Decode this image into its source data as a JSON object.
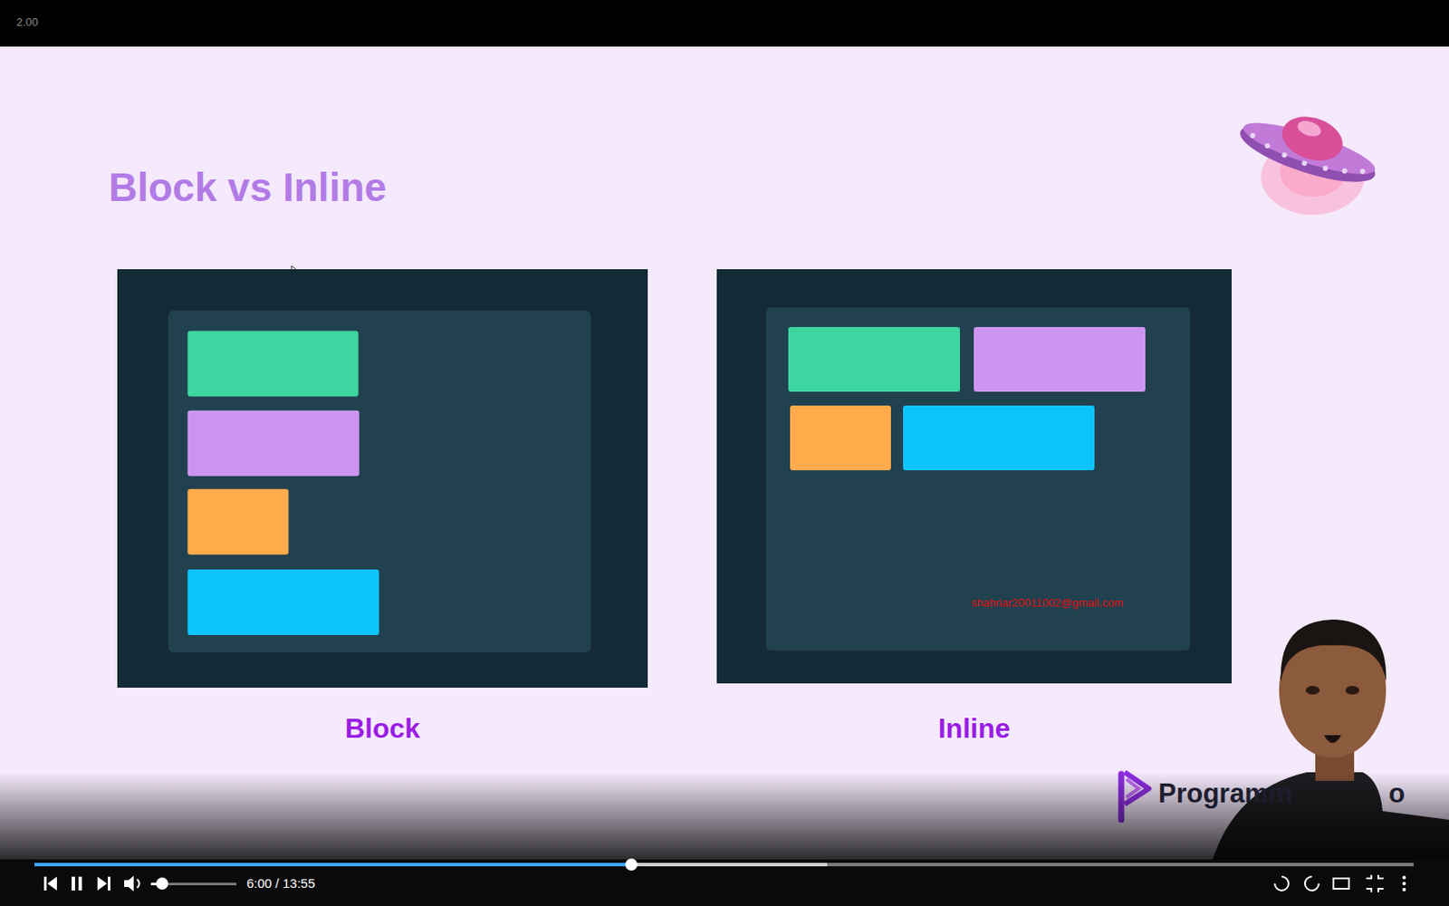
{
  "diagram": {
    "title": "Block vs Inline",
    "nodes": [
      {
        "text": [
          "Block"
        ]
      },
      {
        "text": [
          "Inline"
        ]
      }
    ],
    "labels": [
      "2.00",
      "shahriar20011002@gmail.com",
      "Programm",
      "o",
      "6:00 / 13:55"
    ]
  }
}
